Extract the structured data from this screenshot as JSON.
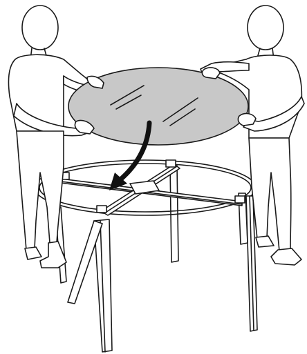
{
  "illustration": {
    "colors": {
      "line": "#1a1a1a",
      "tabletop": "#c8c8c8",
      "background": "#ffffff",
      "arrow": "#111111"
    },
    "icons": [
      "person-left",
      "person-right",
      "tabletop",
      "placement-arrow",
      "table-frame"
    ]
  }
}
